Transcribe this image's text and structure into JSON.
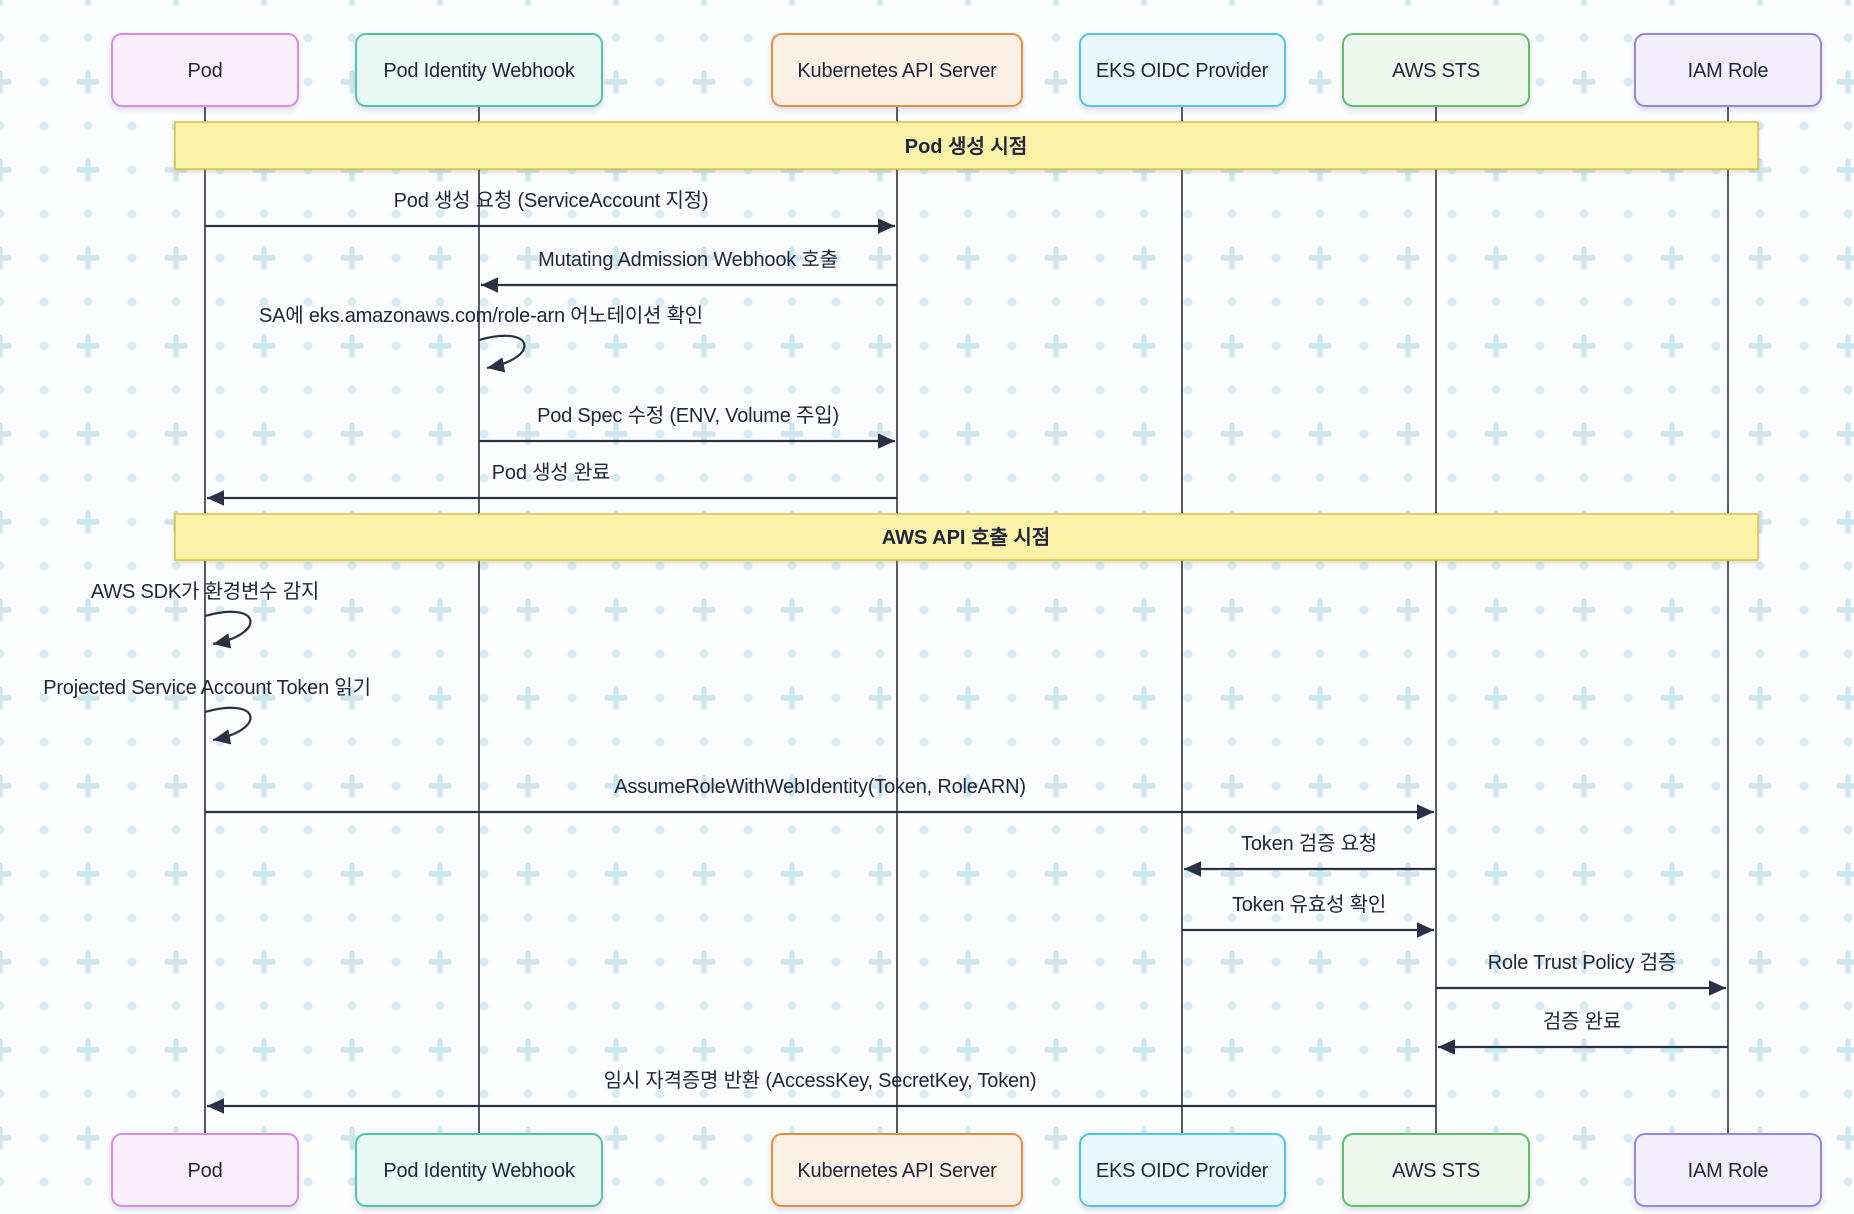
{
  "diagram": {
    "title": "EKS IRSA sequence diagram",
    "participants": [
      {
        "id": "pod",
        "label": "Pod",
        "fill": "#fbf0fd",
        "border": "#d88be2"
      },
      {
        "id": "webhook",
        "label": "Pod Identity Webhook",
        "fill": "#eafaf4",
        "border": "#4dc8a4"
      },
      {
        "id": "apiserver",
        "label": "Kubernetes API Server",
        "fill": "#fdf1e5",
        "border": "#e78f3e"
      },
      {
        "id": "oidc",
        "label": "EKS OIDC Provider",
        "fill": "#e8f8fd",
        "border": "#4cc8e4"
      },
      {
        "id": "sts",
        "label": "AWS STS",
        "fill": "#eefaee",
        "border": "#5ec168"
      },
      {
        "id": "iam",
        "label": "IAM Role",
        "fill": "#f2eefd",
        "border": "#9486e6"
      }
    ],
    "sections": [
      {
        "label": "Pod 생성 시점"
      },
      {
        "label": "AWS API 호출 시점"
      }
    ],
    "messages": [
      {
        "from": "Pod",
        "to": "Kubernetes API Server",
        "type": "arrow",
        "label": "Pod 생성 요청 (ServiceAccount 지정)"
      },
      {
        "from": "Kubernetes API Server",
        "to": "Pod Identity Webhook",
        "type": "arrow",
        "label": "Mutating Admission Webhook 호출"
      },
      {
        "from": "Pod Identity Webhook",
        "to": "Pod Identity Webhook",
        "type": "self",
        "label": "SA에 eks.amazonaws.com/role-arn 어노테이션 확인"
      },
      {
        "from": "Pod Identity Webhook",
        "to": "Kubernetes API Server",
        "type": "arrow",
        "label": "Pod Spec 수정 (ENV, Volume 주입)"
      },
      {
        "from": "Kubernetes API Server",
        "to": "Pod",
        "type": "arrow",
        "label": "Pod 생성 완료"
      },
      {
        "from": "Pod",
        "to": "Pod",
        "type": "self",
        "label": "AWS SDK가 환경변수 감지"
      },
      {
        "from": "Pod",
        "to": "Pod",
        "type": "self",
        "label": "Projected Service Account Token 읽기"
      },
      {
        "from": "Pod",
        "to": "AWS STS",
        "type": "arrow",
        "label": "AssumeRoleWithWebIdentity(Token, RoleARN)"
      },
      {
        "from": "AWS STS",
        "to": "EKS OIDC Provider",
        "type": "arrow",
        "label": "Token 검증 요청"
      },
      {
        "from": "EKS OIDC Provider",
        "to": "AWS STS",
        "type": "arrow",
        "label": "Token 유효성 확인"
      },
      {
        "from": "AWS STS",
        "to": "IAM Role",
        "type": "arrow",
        "label": "Role Trust Policy 검증"
      },
      {
        "from": "IAM Role",
        "to": "AWS STS",
        "type": "arrow",
        "label": "검증 완료"
      },
      {
        "from": "AWS STS",
        "to": "Pod",
        "type": "arrow",
        "label": "임시 자격증명 반환 (AccessKey, SecretKey, Token)"
      }
    ],
    "colors": {
      "background": "#fcfdfe",
      "pattern_dot": "#d8ebf3",
      "pattern_plus": "#cfe7f0",
      "line": "#2b3045",
      "text": "#21263c",
      "section_fill": "#f9f2a7",
      "section_border": "#d9c24e"
    }
  }
}
